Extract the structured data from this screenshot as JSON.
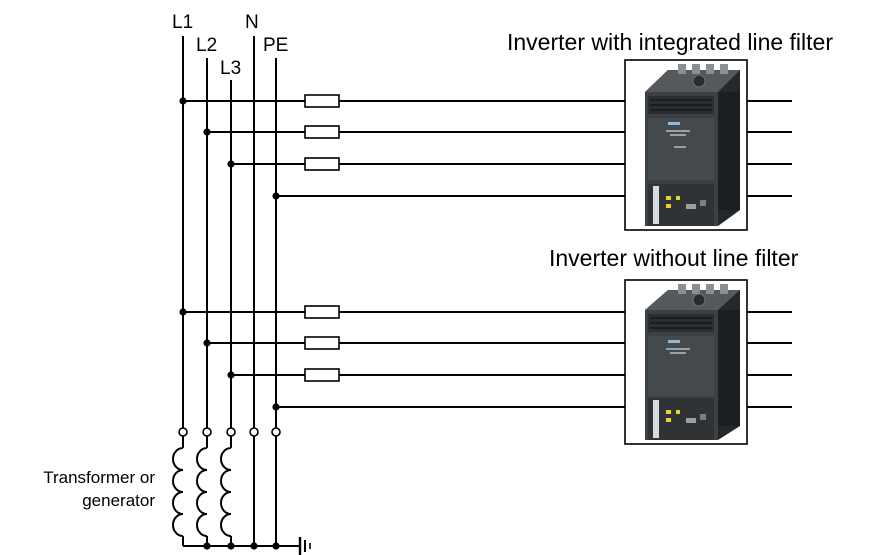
{
  "bus_labels": {
    "l1": "L1",
    "l2": "L2",
    "l3": "L3",
    "n": "N",
    "pe": "PE"
  },
  "upper_inverter": {
    "title": "Inverter with integrated line filter",
    "device": "inverter-module"
  },
  "lower_inverter": {
    "title": "Inverter without line filter",
    "device": "inverter-module"
  },
  "source": {
    "label_line1": "Transformer or",
    "label_line2": "generator"
  },
  "colors": {
    "line": "#000000",
    "device_body": "#3c4044",
    "device_dark": "#25282b",
    "device_panel": "#2f3336"
  }
}
